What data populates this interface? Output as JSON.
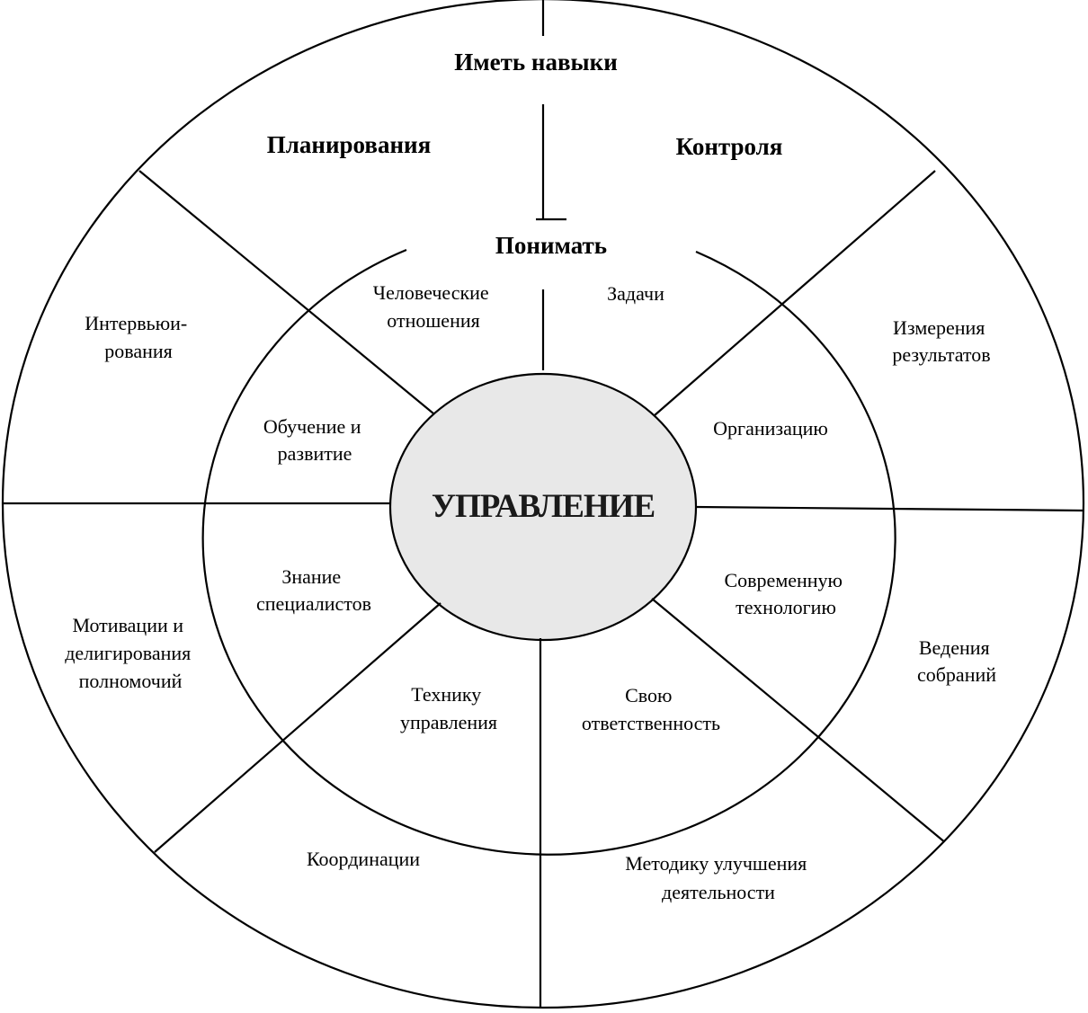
{
  "outer_header": "Иметь навыки",
  "inner_header": "Понимать",
  "center": "УПРАВЛЕНИЕ",
  "outer_ring": {
    "planning": "Планирования",
    "control": "Контроля",
    "measuring": [
      "Измерения",
      "результатов"
    ],
    "meetings": [
      "Ведения",
      "собраний"
    ],
    "improvement": [
      "Методику улучшения",
      "деятельности"
    ],
    "coordination": "Координации",
    "motivation": [
      "Мотивации и",
      "делигирования",
      "полномочий"
    ],
    "interviewing": [
      "Интервьюи-",
      "рования"
    ]
  },
  "inner_ring": {
    "human_relations": [
      "Человеческие",
      "отношения"
    ],
    "tasks": "Задачи",
    "organization": "Организацию",
    "technology": [
      "Современную",
      "технологию"
    ],
    "responsibility": [
      "Свою",
      "ответственность"
    ],
    "technique": [
      "Технику",
      "управления"
    ],
    "knowledge": [
      "Знание",
      "специалистов"
    ],
    "training": [
      "Обучение и",
      "развитие"
    ]
  },
  "colors": {
    "line": "#000000",
    "background": "#ffffff",
    "center_fill": "#e8e8e8"
  }
}
